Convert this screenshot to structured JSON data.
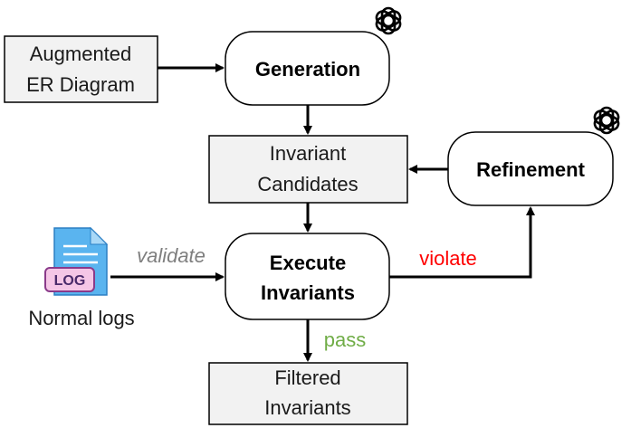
{
  "boxes": {
    "er_diagram": {
      "line1": "Augmented",
      "line2": "ER Diagram"
    },
    "candidates": {
      "line1": "Invariant",
      "line2": "Candidates"
    },
    "filtered": {
      "line1": "Filtered",
      "line2": "Invariants"
    }
  },
  "nodes": {
    "generation": {
      "label": "Generation"
    },
    "refinement": {
      "label": "Refinement"
    },
    "execute": {
      "line1": "Execute",
      "line2": "Invariants"
    }
  },
  "edges": {
    "validate": "validate",
    "violate": "violate",
    "pass": "pass"
  },
  "log_icon": {
    "text": "LOG",
    "caption": "Normal logs"
  },
  "icons": {
    "generation_icon": "openai-logo-icon",
    "refinement_icon": "openai-logo-icon",
    "log_file_icon": "log-file-icon"
  },
  "colors": {
    "box_fill": "#f2f2f2",
    "violate": "#ff0000",
    "pass": "#70ad47",
    "validate": "#7f7f7f"
  }
}
